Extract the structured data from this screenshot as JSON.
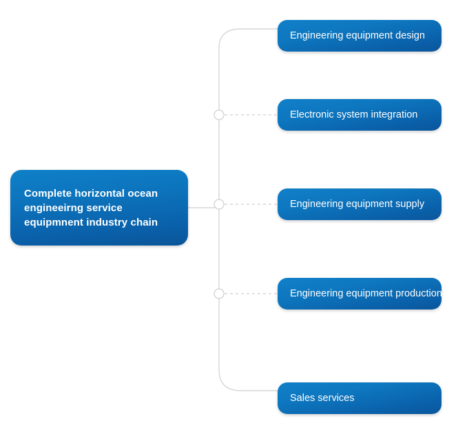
{
  "diagram": {
    "type": "horizontal-tree-mindmap",
    "orientation": "left-root-right-branches",
    "root": {
      "label": "Complete horizontal ocean engineeirng service equipmnent industry chain",
      "fill_color": "#0b6cb3",
      "text_color": "#ffffff"
    },
    "branches": [
      {
        "label": "Engineering equipment design",
        "connector": "solid-curve"
      },
      {
        "label": "Electronic system integration",
        "connector": "dashed"
      },
      {
        "label": "Engineering equipment supply",
        "connector": "dashed"
      },
      {
        "label": "Engineering equipment production",
        "connector": "dashed"
      },
      {
        "label": "Sales services",
        "connector": "solid-curve"
      }
    ],
    "colors": {
      "node_fill_light": "#1180c9",
      "node_fill_dark": "#0a569c",
      "connector_line": "#d6d6d6",
      "node_marker_fill": "#ffffff",
      "node_marker_stroke": "#d0d0d0",
      "background": "#ffffff"
    }
  }
}
